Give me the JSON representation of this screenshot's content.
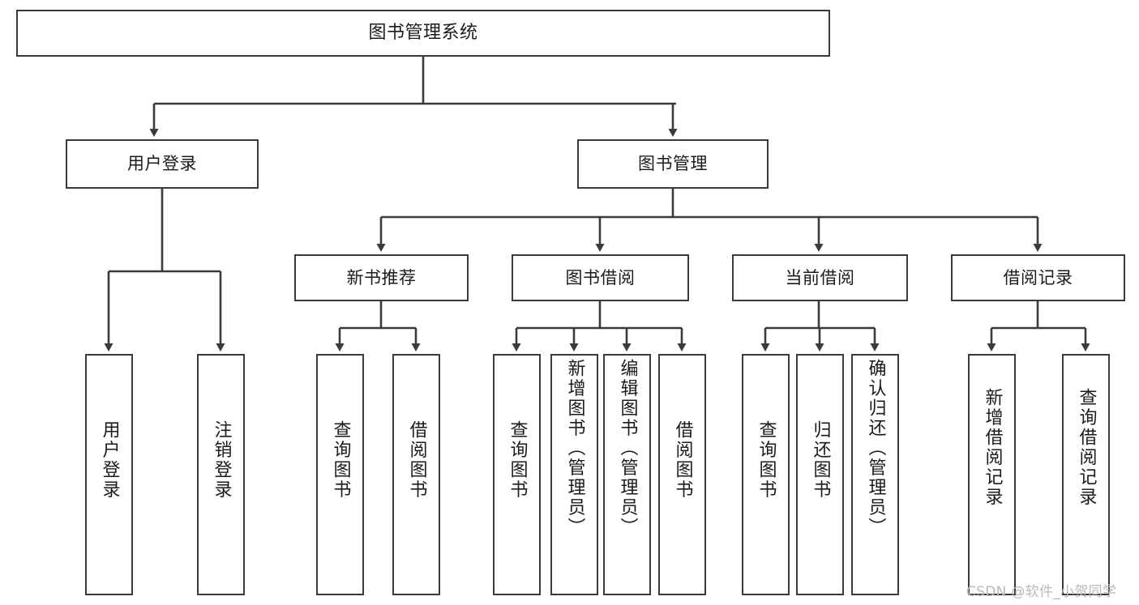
{
  "diagram": {
    "title": "图书管理系统",
    "type": "hierarchy-tree",
    "background_color": "#ffffff",
    "line_color": "#3a3a3a",
    "text_color": "#1b1b1b",
    "levels": 4,
    "root": {
      "label": "图书管理系统"
    },
    "level2": [
      {
        "label": "用户登录"
      },
      {
        "label": "图书管理"
      }
    ],
    "level3": [
      {
        "label": "新书推荐"
      },
      {
        "label": "图书借阅"
      },
      {
        "label": "当前借阅"
      },
      {
        "label": "借阅记录"
      }
    ],
    "leaves": {
      "user_login": [
        {
          "label": "用户登录"
        },
        {
          "label": "注销登录"
        }
      ],
      "new_book": [
        {
          "label": "查询图书"
        },
        {
          "label": "借阅图书"
        }
      ],
      "book_borrow": [
        {
          "label": "查询图书"
        },
        {
          "label": "新增图书（管理员）"
        },
        {
          "label": "编辑图书（管理员）"
        },
        {
          "label": "借阅图书"
        }
      ],
      "current_borrow": [
        {
          "label": "查询图书"
        },
        {
          "label": "归还图书"
        },
        {
          "label": "确认归还（管理员）"
        }
      ],
      "borrow_record": [
        {
          "label": "新增借阅记录"
        },
        {
          "label": "查询借阅记录"
        }
      ]
    }
  },
  "watermark": {
    "text": "CSDN @软件_小贺同学"
  }
}
